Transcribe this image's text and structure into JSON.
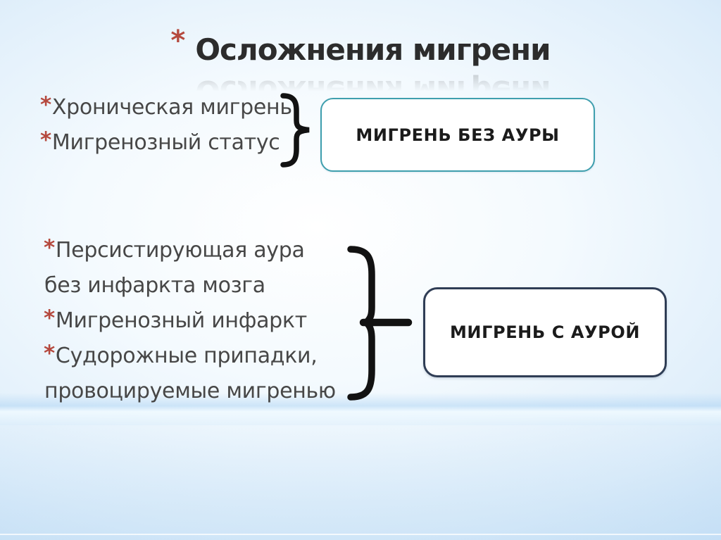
{
  "slide": {
    "title": {
      "asterisk": "*",
      "text": "Осложнения мигрени"
    },
    "group1": {
      "items": [
        {
          "bullet": "*",
          "text": "Хроническая мигрень"
        },
        {
          "bullet": "*",
          "text": "Мигренозный статус"
        }
      ],
      "box_label": "МИГРЕНЬ БЕЗ АУРЫ"
    },
    "group2": {
      "items": [
        {
          "bullet": "*",
          "text": "Персистирующая аура"
        },
        {
          "bullet": "",
          "text": "без инфаркта мозга"
        },
        {
          "bullet": "*",
          "text": "Мигренозный инфаркт"
        },
        {
          "bullet": "*",
          "text": "Судорожные припадки,"
        },
        {
          "bullet": "",
          "text": "провоцируемые мигренью"
        }
      ],
      "box_label": "МИГРЕНЬ С АУРОЙ"
    },
    "colors": {
      "asterisk_accent": "#b5493e",
      "body_text": "#474747",
      "title_text": "#2c2c2c",
      "box1_border_teal": "#3f9fae",
      "box2_border_navy": "#2f3d55",
      "brace_black": "#121212",
      "background_blue": "#b6d7f1"
    }
  }
}
